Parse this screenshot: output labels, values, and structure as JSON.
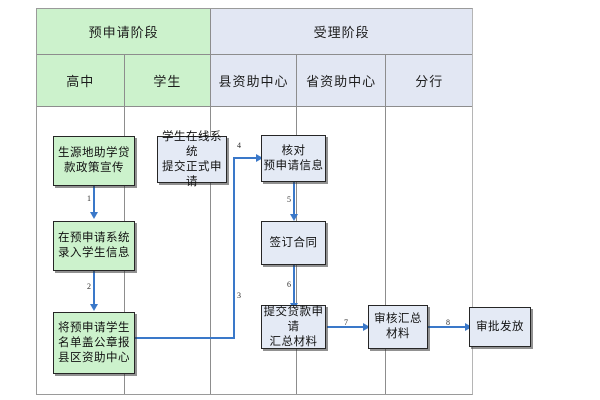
{
  "diagram": {
    "title_phases": [
      {
        "label": "预申请阶段",
        "color": "#ccf2cc"
      },
      {
        "label": "受理阶段",
        "color": "#e2e7f3"
      }
    ],
    "lanes": [
      {
        "label": "高中",
        "color": "#ccf2cc"
      },
      {
        "label": "学生",
        "color": "#ccf2cc"
      },
      {
        "label": "县资助中心",
        "color": "#e2e7f3"
      },
      {
        "label": "省资助中心",
        "color": "#e2e7f3"
      },
      {
        "label": "分行",
        "color": "#e2e7f3"
      }
    ],
    "nodes": [
      {
        "id": "n1",
        "lane": "高中",
        "text": "生源地助学贷\n款政策宣传",
        "fill": "#ccf2cc"
      },
      {
        "id": "n2",
        "lane": "高中",
        "text": "在预申请系统\n录入学生信息",
        "fill": "#ccf2cc"
      },
      {
        "id": "n3",
        "lane": "高中",
        "text": "将预申请学生\n名单盖公章报\n县区资助中心",
        "fill": "#ccf2cc"
      },
      {
        "id": "n4",
        "lane": "学生",
        "text": "学生在线系统\n提交正式申请",
        "fill": "#e4eaf5"
      },
      {
        "id": "n5",
        "lane": "县资助中心",
        "text": "核对\n预申请信息",
        "fill": "#e4eaf5"
      },
      {
        "id": "n6",
        "lane": "县资助中心",
        "text": "签订合同",
        "fill": "#e4eaf5"
      },
      {
        "id": "n7",
        "lane": "县资助中心",
        "text": "提交贷款申请\n汇总材料",
        "fill": "#e4eaf5"
      },
      {
        "id": "n8",
        "lane": "省资助中心",
        "text": "审核汇总\n材料",
        "fill": "#e4eaf5"
      },
      {
        "id": "n9",
        "lane": "分行",
        "text": "审批发放",
        "fill": "#e4eaf5"
      }
    ],
    "connectors": [
      {
        "label": "1",
        "from": "n1",
        "to": "n2"
      },
      {
        "label": "2",
        "from": "n2",
        "to": "n3"
      },
      {
        "label": "3",
        "from": "n3",
        "to": "n4"
      },
      {
        "label": "4",
        "from": "n4",
        "to": "n5"
      },
      {
        "label": "5",
        "from": "n5",
        "to": "n6"
      },
      {
        "label": "6",
        "from": "n6",
        "to": "n7"
      },
      {
        "label": "7",
        "from": "n7",
        "to": "n8"
      },
      {
        "label": "8",
        "from": "n8",
        "to": "n9"
      }
    ],
    "accent_color": "#3a78c9"
  }
}
